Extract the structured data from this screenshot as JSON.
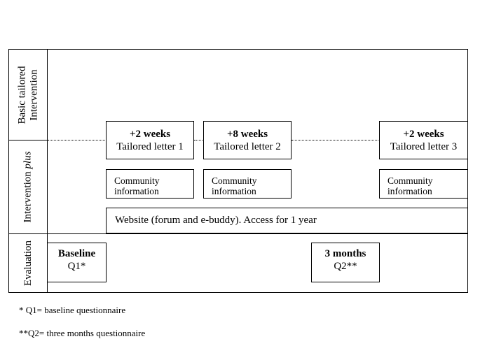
{
  "row_labels": {
    "basic": [
      "Basic tailored",
      "Intervention"
    ],
    "plus_word": "Intervention",
    "plus_emph": "plus",
    "evaluation": "Evaluation"
  },
  "letters": [
    {
      "timing": "+2 weeks",
      "label": "Tailored letter 1"
    },
    {
      "timing": "+8 weeks",
      "label": "Tailored letter 2"
    },
    {
      "timing": "+2 weeks",
      "label": "Tailored letter 3"
    }
  ],
  "community": [
    {
      "line1": "Community",
      "line2": "information"
    },
    {
      "line1": "Community",
      "line2": "information"
    },
    {
      "line1": "Community",
      "line2": "information"
    }
  ],
  "website": "Website (forum and e-buddy). Access for 1 year",
  "evaluation": [
    {
      "title": "Baseline",
      "code": "Q1*"
    },
    {
      "title": "3 months",
      "code": "Q2**"
    }
  ],
  "footnotes": [
    "* Q1= baseline questionnaire",
    "**Q2= three months questionnaire"
  ]
}
